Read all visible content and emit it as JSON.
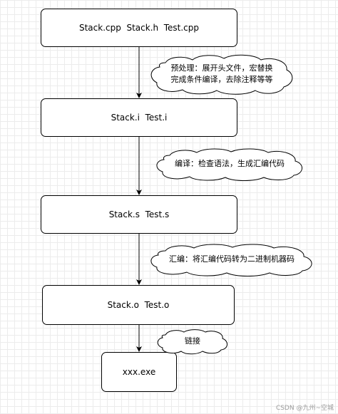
{
  "boxes": [
    {
      "id": "source",
      "label": "Stack.cpp  Stack.h  Test.cpp"
    },
    {
      "id": "preprocessed",
      "label": "Stack.i  Test.i"
    },
    {
      "id": "assembly",
      "label": "Stack.s  Test.s"
    },
    {
      "id": "object",
      "label": "Stack.o  Test.o"
    },
    {
      "id": "executable",
      "label": "xxx.exe"
    }
  ],
  "clouds": [
    {
      "id": "preprocess",
      "text": "预处理：展开头文件，宏替换\n完成条件编译，去除注释等等"
    },
    {
      "id": "compile",
      "text": "编译：检查语法，生成汇编代码"
    },
    {
      "id": "assemble",
      "text": "汇编：将汇编代码转为二进制机器码"
    },
    {
      "id": "link",
      "text": "链接"
    }
  ],
  "watermark": "CSDN @九州~空城",
  "colors": {
    "stroke": "#000000",
    "fill": "#ffffff",
    "grid": "#ececec"
  }
}
